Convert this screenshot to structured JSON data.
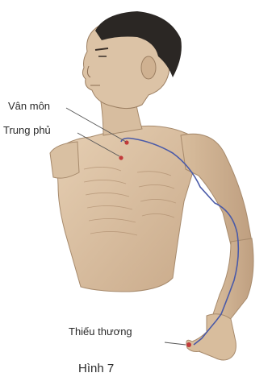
{
  "labels": {
    "van_mon": "Vân môn",
    "trung_phu": "Trung phủ",
    "thieu_thuong": "Thiếu thương"
  },
  "caption": "Hình 7",
  "colors": {
    "skin": "#dcc3a6",
    "skin_shadow": "#b8987a",
    "hair": "#2b2724",
    "meridian_line": "#4a5aa8",
    "acupoint": "#c23a3a",
    "pointer_line": "#555555"
  }
}
